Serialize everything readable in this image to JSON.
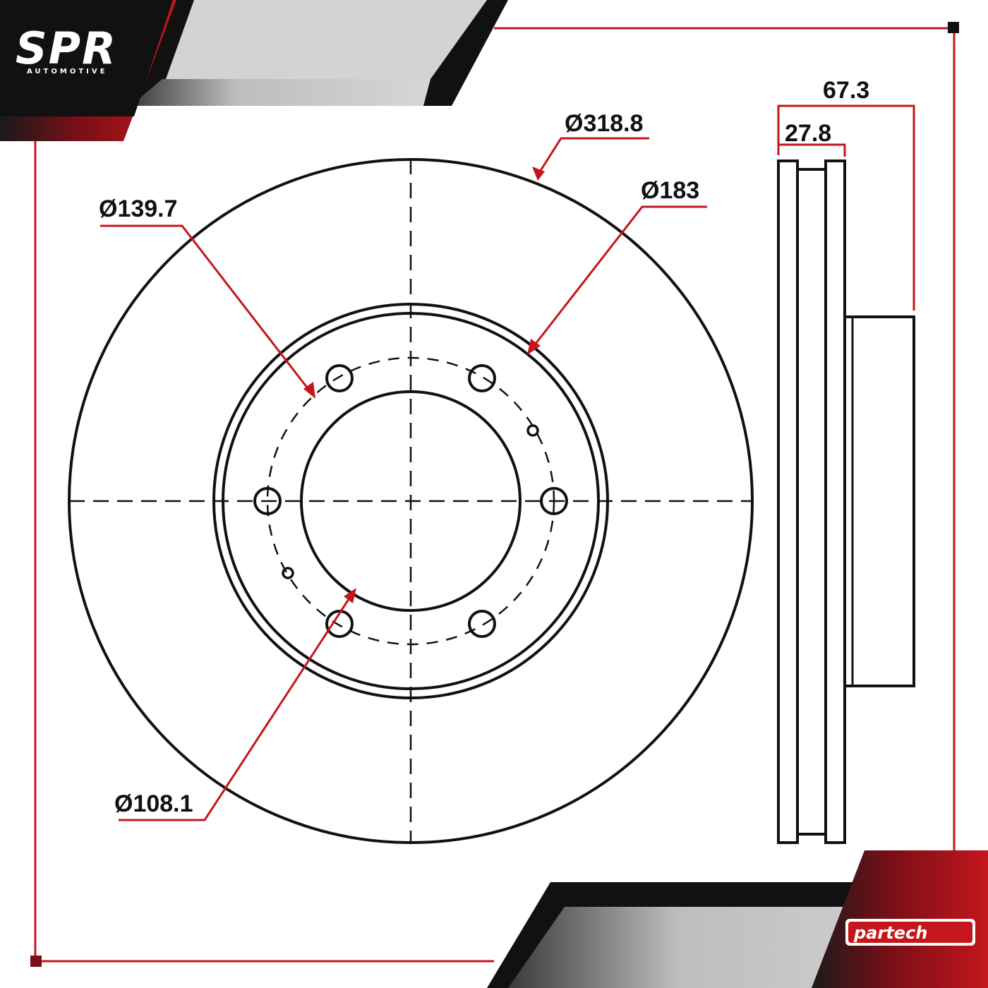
{
  "brand": {
    "logo_main": "SPR",
    "logo_sub": "AUTOMOTIVE",
    "partner_logo": "partech"
  },
  "dimensions": {
    "outer_diameter": "Ø318.8",
    "hat_diameter": "Ø183",
    "bolt_circle": "Ø139.7",
    "center_bore": "Ø108.1",
    "total_height": "67.3",
    "disc_thickness": "27.8"
  },
  "colors": {
    "accent": "#c4161c",
    "dark": "#111111",
    "grey": "#d3d3d3"
  }
}
